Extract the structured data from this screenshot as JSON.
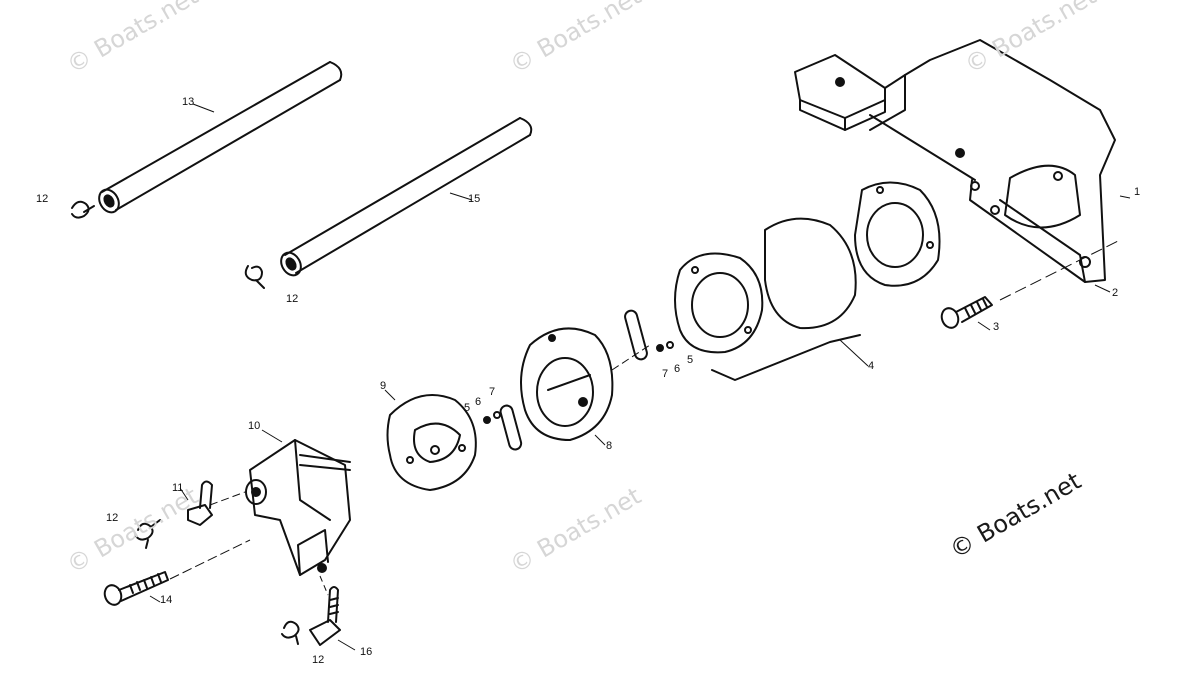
{
  "watermark": "© Boats.net",
  "brand": "© Boats.net",
  "callouts": [
    "1",
    "2",
    "3",
    "4",
    "5",
    "5",
    "6",
    "6",
    "7",
    "7",
    "8",
    "9",
    "10",
    "11",
    "12",
    "12",
    "12",
    "12",
    "13",
    "14",
    "15",
    "16"
  ]
}
